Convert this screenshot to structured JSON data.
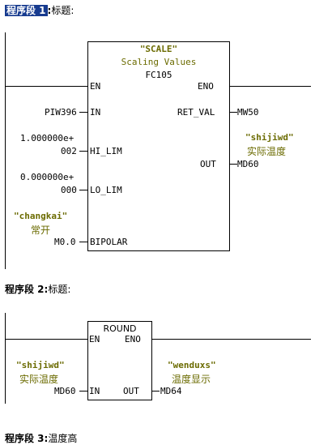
{
  "segment1": {
    "heading": "程序段 1",
    "colon": ":",
    "title": "标题:",
    "block": {
      "symbol": "\"SCALE\"",
      "name": "Scaling Values",
      "number": "FC105",
      "en": "EN",
      "eno": "ENO",
      "in": "IN",
      "ret_val": "RET_VAL",
      "hi_lim": "HI_LIM",
      "out": "OUT",
      "lo_lim": "LO_LIM",
      "bipolar": "BIPOLAR"
    },
    "in_value": "PIW396",
    "hi_lim_value_1": "1.000000e+",
    "hi_lim_value_2": "002",
    "lo_lim_value_1": "0.000000e+",
    "lo_lim_value_2": "000",
    "bipolar_symbol": "\"changkai\"",
    "bipolar_comment": "常开",
    "bipolar_value": "M0.0",
    "ret_val_value": "MW50",
    "out_symbol": "\"shijiwd\"",
    "out_comment": "实际温度",
    "out_value": "MD60"
  },
  "segment2": {
    "heading": "程序段 2",
    "colon": ":",
    "title": "标题:",
    "block": {
      "name": "ROUND",
      "en": "EN",
      "eno": "ENO",
      "in": "IN",
      "out": "OUT"
    },
    "in_symbol": "\"shijiwd\"",
    "in_comment": "实际温度",
    "in_value": "MD60",
    "out_symbol": "\"wenduxs\"",
    "out_comment": "温度显示",
    "out_value": "MD64"
  },
  "segment3": {
    "heading": "程序段 3",
    "colon": ":",
    "title": "温度高"
  }
}
